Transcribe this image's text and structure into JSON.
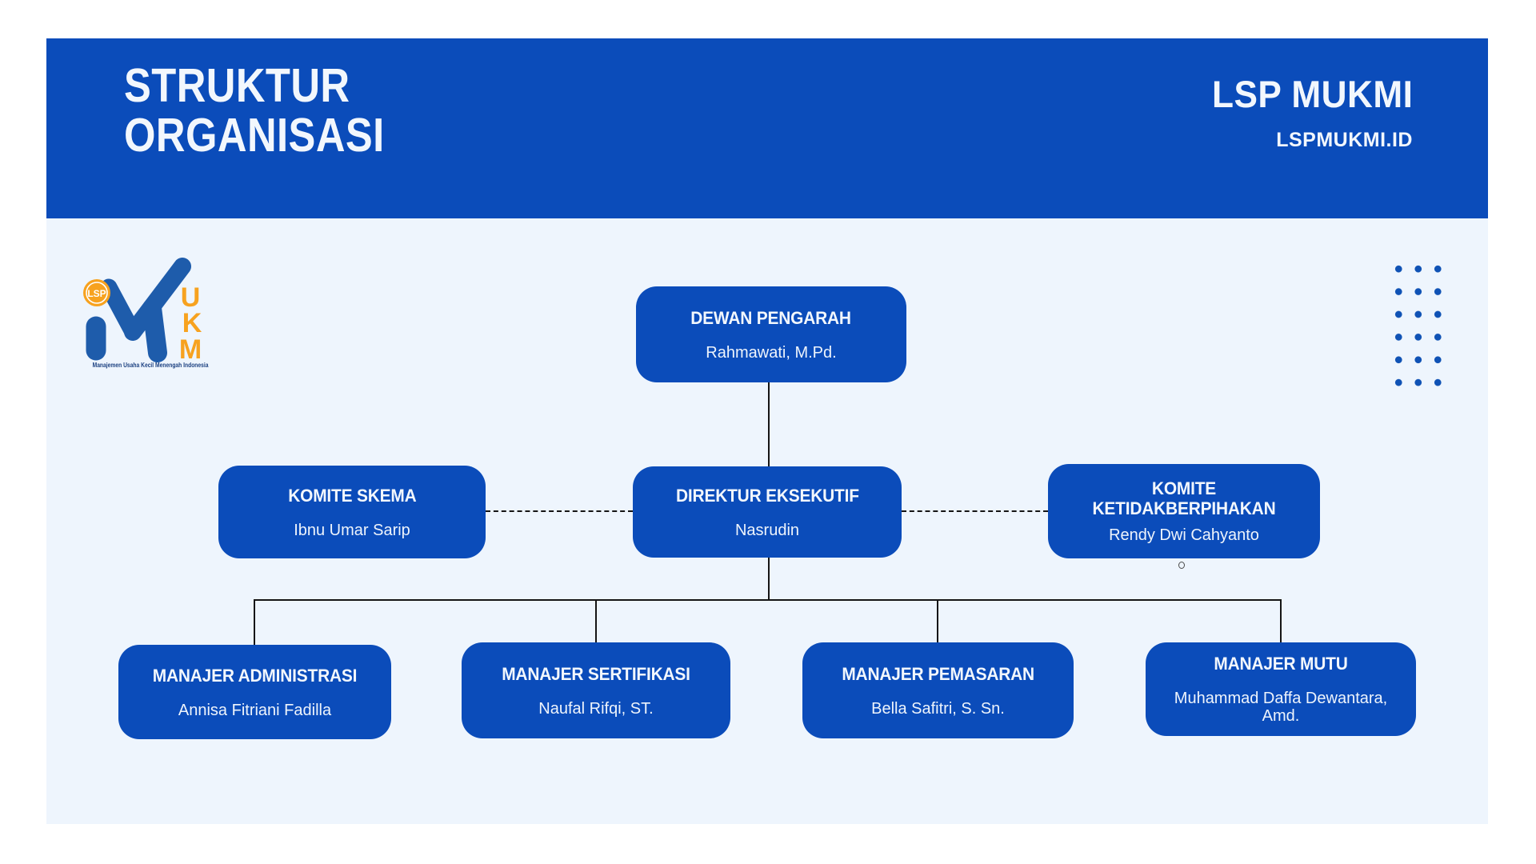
{
  "header": {
    "title_line1": "STRUKTUR",
    "title_line2": "ORGANISASI",
    "brand": "LSP MUKMI",
    "website": "LSPMUKMI.ID"
  },
  "logo": {
    "badge_label": "LSP",
    "stacked_letters": [
      "U",
      "K",
      "M"
    ],
    "tagline": "Manajemen Usaha Kecil Menengah Indonesia"
  },
  "colors": {
    "primary_blue": "#0b4cba",
    "content_bg": "#eef5fd",
    "logo_blue": "#1e5cab",
    "logo_orange": "#f7a21f",
    "connector": "#151515",
    "text_on_blue": "#f2f7fd"
  },
  "org_chart": {
    "type": "org-hierarchy",
    "nodes": {
      "dewan_pengarah": {
        "title": "DEWAN PENGARAH",
        "name": "Rahmawati, M.Pd."
      },
      "komite_skema": {
        "title": "KOMITE SKEMA",
        "name": "Ibnu Umar Sarip"
      },
      "direktur_eksekutif": {
        "title": "DIREKTUR EKSEKUTIF",
        "name": "Nasrudin"
      },
      "komite_ketidakberpihakan": {
        "title": "KOMITE KETIDAKBERPIHAKAN",
        "name": "Rendy Dwi Cahyanto"
      },
      "manajer_administrasi": {
        "title": "MANAJER ADMINISTRASI",
        "name": "Annisa Fitriani Fadilla"
      },
      "manajer_sertifikasi": {
        "title": "MANAJER SERTIFIKASI",
        "name": "Naufal Rifqi, ST."
      },
      "manajer_pemasaran": {
        "title": "MANAJER PEMASARAN",
        "name": "Bella Safitri, S. Sn."
      },
      "manajer_mutu": {
        "title": "MANAJER MUTU",
        "name": "Muhammad Daffa Dewantara, Amd."
      }
    },
    "edges": [
      {
        "from": "dewan_pengarah",
        "to": "direktur_eksekutif",
        "style": "solid"
      },
      {
        "from": "direktur_eksekutif",
        "to": "komite_skema",
        "style": "dashed"
      },
      {
        "from": "direktur_eksekutif",
        "to": "komite_ketidakberpihakan",
        "style": "dashed"
      },
      {
        "from": "direktur_eksekutif",
        "to": "manajer_administrasi",
        "style": "solid"
      },
      {
        "from": "direktur_eksekutif",
        "to": "manajer_sertifikasi",
        "style": "solid"
      },
      {
        "from": "direktur_eksekutif",
        "to": "manajer_pemasaran",
        "style": "solid"
      },
      {
        "from": "direktur_eksekutif",
        "to": "manajer_mutu",
        "style": "solid"
      }
    ]
  }
}
